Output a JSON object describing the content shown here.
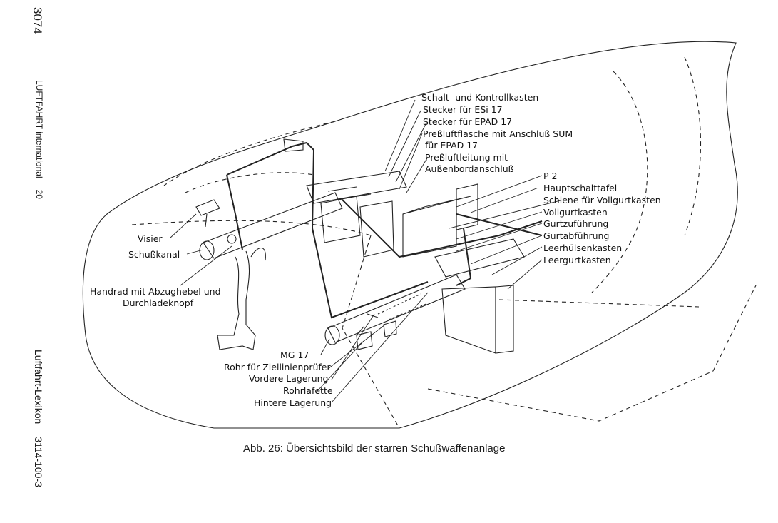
{
  "margin": {
    "page_number": "3074",
    "journal": "LUFTFAHRT international",
    "issue": "20",
    "lexikon": "Luftfahrt-Lexikon",
    "lexikon_ref": "3114-100-3"
  },
  "figure": {
    "description_icon": "aircraft-nose-armament-cutaway",
    "labels": {
      "schalt_kontrollkasten": "Schalt- und Kontrollkasten",
      "stecker_esi": "Stecker für ESi 17",
      "stecker_epad": "Stecker für EPAD 17",
      "pressluftflasche_1": "Preßluftflasche mit Anschluß SUM",
      "pressluftflasche_2": "für EPAD 17",
      "pressluftleitung_1": "Preßluftleitung mit",
      "pressluftleitung_2": "Außenbordanschluß",
      "p2": "P 2",
      "hauptschalttafel": "Hauptschalttafel",
      "schiene": "Schiene für Vollgurtkasten",
      "vollgurtkasten": "Vollgurtkasten",
      "gurtzufuehrung": "Gurtzuführung",
      "gurtabfuehrung": "Gurtabführung",
      "leerhuelsenkasten": "Leerhülsenkasten",
      "leergurtkasten": "Leergurtkasten",
      "visier": "Visier",
      "schusskanal": "Schußkanal",
      "handrad_1": "Handrad mit Abzughebel und",
      "handrad_2": "Durchladeknopf",
      "mg17": "MG 17",
      "rohr_ziellinien": "Rohr für Ziellinienprüfer",
      "vordere_lagerung": "Vordere Lagerung",
      "rohrlafette": "Rohrlafette",
      "hintere_lagerung": "Hintere Lagerung"
    }
  },
  "caption": "Abb. 26: Übersichtsbild der starren Schußwaffenanlage"
}
